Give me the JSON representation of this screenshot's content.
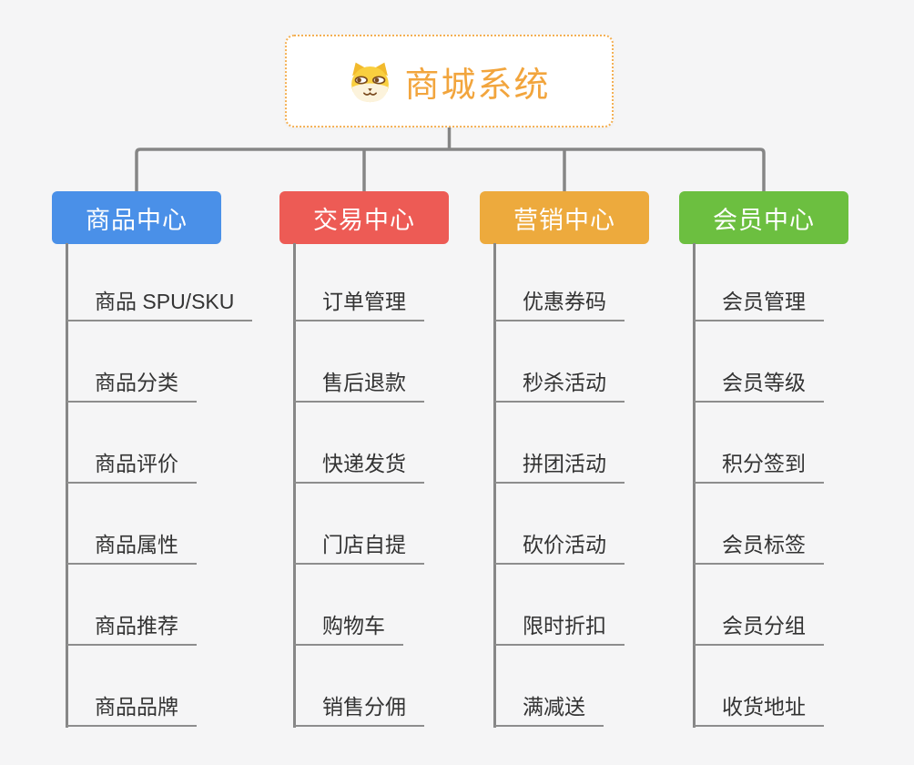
{
  "diagram": {
    "root": {
      "title": "商城系统",
      "icon": "shiba-dog-icon",
      "title_color": "#f2a53d",
      "border_color": "#f4b054"
    },
    "branches": [
      {
        "label": "商品中心",
        "color": "#4a90e8",
        "children": [
          "商品 SPU/SKU",
          "商品分类",
          "商品评价",
          "商品属性",
          "商品推荐",
          "商品品牌"
        ]
      },
      {
        "label": "交易中心",
        "color": "#ed5b55",
        "children": [
          "订单管理",
          "售后退款",
          "快递发货",
          "门店自提",
          "购物车",
          "销售分佣"
        ]
      },
      {
        "label": "营销中心",
        "color": "#edaa3d",
        "children": [
          "优惠券码",
          "秒杀活动",
          "拼团活动",
          "砍价活动",
          "限时折扣",
          "满减送"
        ]
      },
      {
        "label": "会员中心",
        "color": "#6cbf40",
        "children": [
          "会员管理",
          "会员等级",
          "积分签到",
          "会员标签",
          "会员分组",
          "收货地址"
        ]
      }
    ],
    "line_color": "#868686",
    "child_text_color": "#333333",
    "background_color": "#f5f5f6"
  }
}
